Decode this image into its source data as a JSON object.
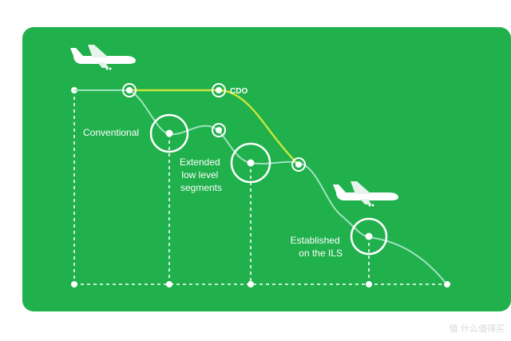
{
  "colors": {
    "panel": "#20b04c",
    "cdo_line": "#c8e63a",
    "conventional_line": "#9ee3bd",
    "white": "#ffffff"
  },
  "icons": [
    "airplane-icon",
    "airplane-icon"
  ],
  "labels": {
    "cdo": "CDO",
    "conventional": "Conventional",
    "extended": [
      "Extended",
      "low level",
      "segments"
    ],
    "established": [
      "Established",
      "on the ILS"
    ]
  },
  "watermark": "值 什么值得买"
}
